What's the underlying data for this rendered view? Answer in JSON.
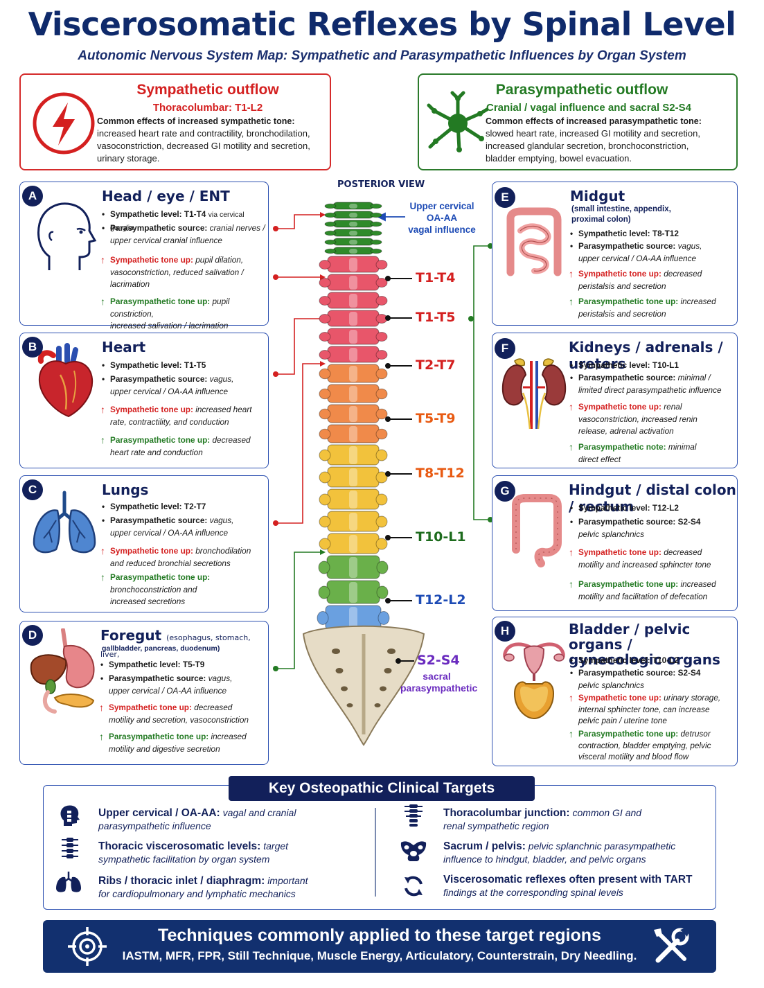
{
  "title": "Viscerosomatic Reflexes by Spinal Level",
  "subtitle": "Autonomic Nervous System Map: Sympathetic and Parasympathetic Influences by Organ System",
  "sympathetic": {
    "heading": "Sympathetic outflow",
    "levels": "Thoracolumbar: T1-L2",
    "intro": "Common effects of increased sympathetic tone:",
    "lines": [
      "increased heart rate and contractility, bronchodilation,",
      "vasoconstriction, decreased GI motility and secretion,",
      "urinary storage."
    ],
    "color": "#d52b2b"
  },
  "parasympathetic": {
    "heading": "Parasympathetic outflow",
    "levels": "Cranial / vagal influence and sacral S2-S4",
    "intro": "Common effects of increased parasympathetic tone:",
    "lines": [
      "slowed heart rate, increased GI motility and secretion,",
      "increased glandular secretion, bronchoconstriction,",
      "bladder emptying, bowel evacuation."
    ],
    "color": "#2b7a2b"
  },
  "common": {
    "sym_level": "Sympathetic level:",
    "para_source": "Parasympathetic source:",
    "sym_up": "Sympathetic tone up:",
    "para_up": "Parasympathetic tone up:",
    "para_note": "Parasympathetic note:",
    "up_arrow": "↑"
  },
  "cards": {
    "A": {
      "letter": "A",
      "title": "Head / eye / ENT",
      "sym_level": "T1-T4",
      "sym_level_note": "via cervical ganglia",
      "para_source": [
        "cranial nerves /",
        "upper cervical cranial influence"
      ],
      "sym_up": [
        "pupil dilation,",
        "vasoconstriction, reduced salivation /",
        "lacrimation"
      ],
      "para_up": [
        "pupil constriction,",
        "increased salivation / lacrimation"
      ]
    },
    "B": {
      "letter": "B",
      "title": "Heart",
      "sym_level": "T1-T5",
      "para_source": [
        "vagus,",
        "upper cervical / OA-AA influence"
      ],
      "sym_up": [
        "increased heart",
        "rate, contractility, and conduction"
      ],
      "para_up": [
        "decreased",
        "heart rate and conduction"
      ]
    },
    "C": {
      "letter": "C",
      "title": "Lungs",
      "sym_level": "T2-T7",
      "para_source": [
        "vagus,",
        "upper cervical / OA-AA influence"
      ],
      "sym_up": [
        "bronchodilation",
        "and reduced bronchial secretions"
      ],
      "para_up": [
        "bronchoconstriction and",
        "increased secretions"
      ]
    },
    "D": {
      "letter": "D",
      "title": "Foregut",
      "title_note": "(esophagus, stomach, liver,",
      "title_note2": "gallbladder, pancreas, duodenum)",
      "sym_level": "T5-T9",
      "para_source": [
        "vagus,",
        "upper cervical / OA-AA influence"
      ],
      "sym_up": [
        "decreased",
        "motility and secretion, vasoconstriction"
      ],
      "para_up": [
        "increased",
        "motility and digestive secretion"
      ]
    },
    "E": {
      "letter": "E",
      "title": "Midgut",
      "note": [
        "(small intestine, appendix,",
        "proximal colon)"
      ],
      "sym_level": "T8-T12",
      "para_source": [
        "vagus,",
        "upper cervical / OA-AA influence"
      ],
      "sym_up": [
        "decreased",
        "peristalsis and secretion"
      ],
      "para_up": [
        "increased",
        "peristalsis and secretion"
      ]
    },
    "F": {
      "letter": "F",
      "title": "Kidneys / adrenals / ureters",
      "sym_level": "T10-L1",
      "para_source": [
        "minimal /",
        "limited direct parasympathetic influence"
      ],
      "sym_up": [
        "renal",
        "vasoconstriction, increased renin",
        "release, adrenal activation"
      ],
      "para_up": [
        "minimal",
        "direct effect"
      ]
    },
    "G": {
      "letter": "G",
      "title": "Hindgut / distal colon / rectum",
      "sym_level": "T12-L2",
      "para_source": [
        "S2-S4",
        "pelvic splanchnics"
      ],
      "sym_up": [
        "decreased",
        "motility and increased sphincter tone"
      ],
      "para_up": [
        "increased",
        "motility and facilitation of defecation"
      ]
    },
    "H": {
      "letter": "H",
      "title": "Bladder / pelvic organs /",
      "title2": "gynecologic organs",
      "sym_level": "T10-L2",
      "para_source": [
        "S2-S4",
        "pelvic splanchnics"
      ],
      "sym_up": [
        "urinary storage,",
        "internal sphincter tone, can increase",
        "pelvic pain / uterine tone"
      ],
      "para_up": [
        "detrusor",
        "contraction, bladder emptying, pelvic",
        "visceral motility and blood flow"
      ]
    }
  },
  "spine": {
    "view_label": "POSTERIOR VIEW",
    "upper_cervical": [
      "Upper cervical",
      "OA-AA",
      "vagal influence"
    ],
    "levels": [
      {
        "label": "T1-T4",
        "color": "#d42020"
      },
      {
        "label": "T1-T5",
        "color": "#d42020"
      },
      {
        "label": "T2-T7",
        "color": "#d42020"
      },
      {
        "label": "T5-T9",
        "color": "#e85a12"
      },
      {
        "label": "T8-T12",
        "color": "#e85a12"
      },
      {
        "label": "T10-L1",
        "color": "#1d6b1d"
      },
      {
        "label": "T12-L2",
        "color": "#1d4bb5"
      },
      {
        "label": "S2-S4",
        "color": "#6a2bbf"
      }
    ],
    "sacral_note": [
      "sacral",
      "parasympathetic"
    ],
    "segment_colors": {
      "cervical": "#2f8a2a",
      "upper_thoracic": "#e8566a",
      "mid_thoracic": "#f08a4a",
      "lower_thoracic": "#f2c23c",
      "thoracolumbar": "#6ab04a",
      "lumbar": "#6aa0e0",
      "sacrum": "#e6dcc6"
    }
  },
  "targets": {
    "heading": "Key Osteopathic Clinical Targets",
    "items": [
      {
        "icon": "head-spine-icon",
        "bold": "Upper cervical / OA-AA:",
        "text1": "vagal and cranial",
        "text2": "parasympathetic influence"
      },
      {
        "icon": "thoracic-spine-icon",
        "bold": "Thoracic viscerosomatic levels:",
        "text1": "target",
        "text2": "sympathetic facilitation by organ system"
      },
      {
        "icon": "lungs-icon",
        "bold": "Ribs / thoracic inlet / diaphragm:",
        "text1": "important",
        "text2": "for cardiopulmonary and lymphatic mechanics"
      },
      {
        "icon": "thoracolumbar-spine-icon",
        "bold": "Thoracolumbar junction:",
        "text1": "common GI and",
        "text2": "renal sympathetic region"
      },
      {
        "icon": "pelvis-icon",
        "bold": "Sacrum / pelvis:",
        "text1": "pelvic splanchnic parasympathetic",
        "text2": "influence to hindgut, bladder, and pelvic organs"
      },
      {
        "icon": "cycle-icon",
        "bold": "Viscerosomatic reflexes often present with TART",
        "text1": "",
        "text2": "findings at the corresponding spinal levels"
      }
    ]
  },
  "techniques": {
    "heading": "Techniques commonly applied to these target regions",
    "list": "IASTM, MFR, FPR, Still Technique, Muscle Energy, Articulatory, Counterstrain, Dry Needling."
  }
}
